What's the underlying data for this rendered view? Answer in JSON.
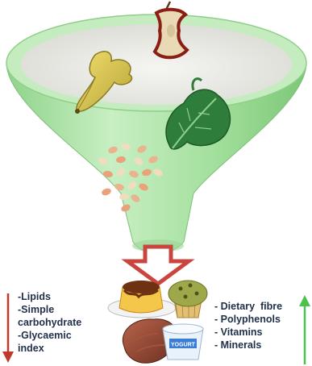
{
  "foods_top": [
    "banana-peel",
    "apple-core",
    "spinach-leaf",
    "seeds"
  ],
  "foods_output": [
    "custard-pudding",
    "muffin",
    "bread",
    "yogurt-cup"
  ],
  "yogurt_label": "YOGURT",
  "decrease_list": [
    "-Lipids",
    "-Simple",
    "carbohydrate",
    "-Glycaemic",
    "index"
  ],
  "increase_list": [
    "- Dietary  fibre",
    "- Polyphenols",
    "- Vitamins",
    "- Minerals"
  ],
  "colors": {
    "funnel_green": "#a9e3a4",
    "funnel_rim": "#d6f2d1",
    "down_arrow": "#c0392b",
    "up_arrow": "#4cc24c",
    "funnel_arrow": "#c9453d"
  }
}
